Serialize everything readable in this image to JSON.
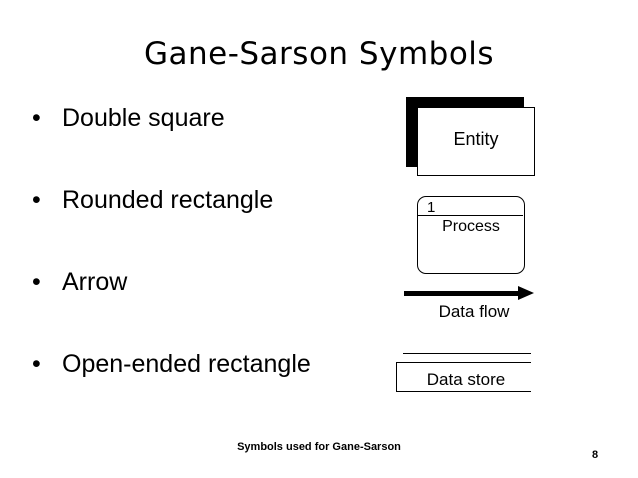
{
  "slide": {
    "title": "Gane-Sarson Symbols",
    "bullets": [
      {
        "marker": "•",
        "text": "Double square"
      },
      {
        "marker": "•",
        "text": "Rounded rectangle"
      },
      {
        "marker": "•",
        "text": "Arrow"
      },
      {
        "marker": "•",
        "text": "Open-ended rectangle"
      }
    ],
    "diagram": {
      "entity": {
        "label": "Entity"
      },
      "process": {
        "number": "1",
        "label": "Process"
      },
      "data_flow": {
        "label": "Data flow"
      },
      "data_store": {
        "label": "Data store"
      }
    },
    "caption": "Symbols used for Gane-Sarson",
    "page_number": "8"
  }
}
